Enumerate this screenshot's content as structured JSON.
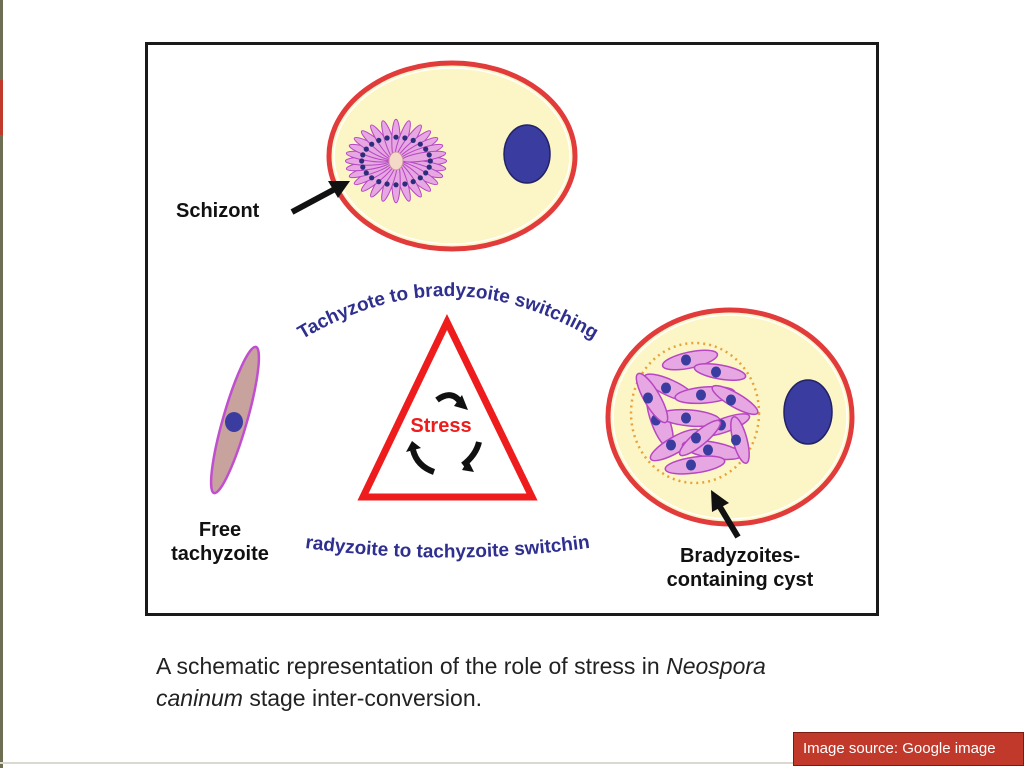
{
  "labels": {
    "schizont": "Schizont",
    "free_line1": "Free",
    "free_line2": "tachyzoite",
    "cyst_line1": "Bradyzoites-",
    "cyst_line2": "containing cyst",
    "stress": "Stress",
    "arc_top": "Tachyzote to bradyzoite switching",
    "arc_bottom": "Bradyzoite to tachyzoite switching"
  },
  "caption": {
    "part1": "A schematic representation of the role of stress in ",
    "species1": "Neospora",
    "species2": "caninum",
    "part2": " stage inter-conversion."
  },
  "source": "Image source: Google image",
  "colors": {
    "cell_fill": "#fcf6c6",
    "cell_border": "#e23b3b",
    "nucleus": "#3a3c9f",
    "zoite_pink": "#e6a7e2",
    "zoite_outline": "#b646c2",
    "switch_text": "#2e2f8f",
    "stress_red": "#ee1c1c"
  }
}
